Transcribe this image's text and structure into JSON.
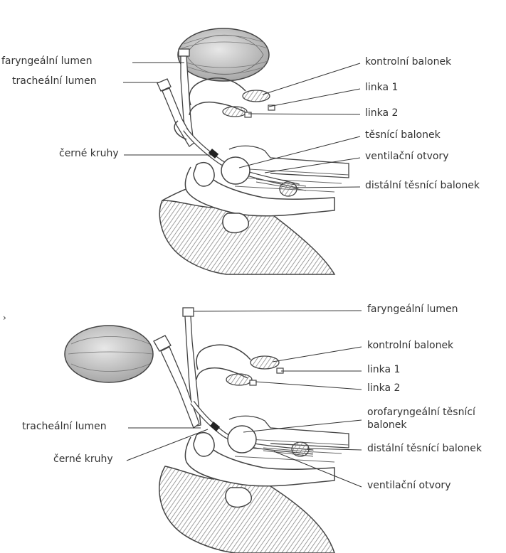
{
  "top_diagram": {
    "labels": {
      "pharyngeal_lumen": "faryngeální lumen",
      "tracheal_lumen": "tracheální lumen",
      "black_rings": "černé kruhy",
      "control_balloon": "kontrolní balonek",
      "line_1": "linka 1",
      "line_2": "linka 2",
      "sealing_balloon": "těsnící balonek",
      "ventilation_holes": "ventilační otvory",
      "distal_sealing_balloon": "distální těsnící balonek"
    }
  },
  "bottom_diagram": {
    "marker": "›",
    "labels": {
      "pharyngeal_lumen": "faryngeální lumen",
      "control_balloon": "kontrolní balonek",
      "line_1": "linka 1",
      "line_2": "linka 2",
      "oropharyngeal_sealing_balloon_1": "orofaryngeální těsnící",
      "oropharyngeal_sealing_balloon_2": "balonek",
      "distal_sealing_balloon": "distální těsnící balonek",
      "tracheal_lumen": "tracheální lumen",
      "black_rings": "černé kruhy",
      "ventilation_holes": "ventilační otvory"
    }
  }
}
